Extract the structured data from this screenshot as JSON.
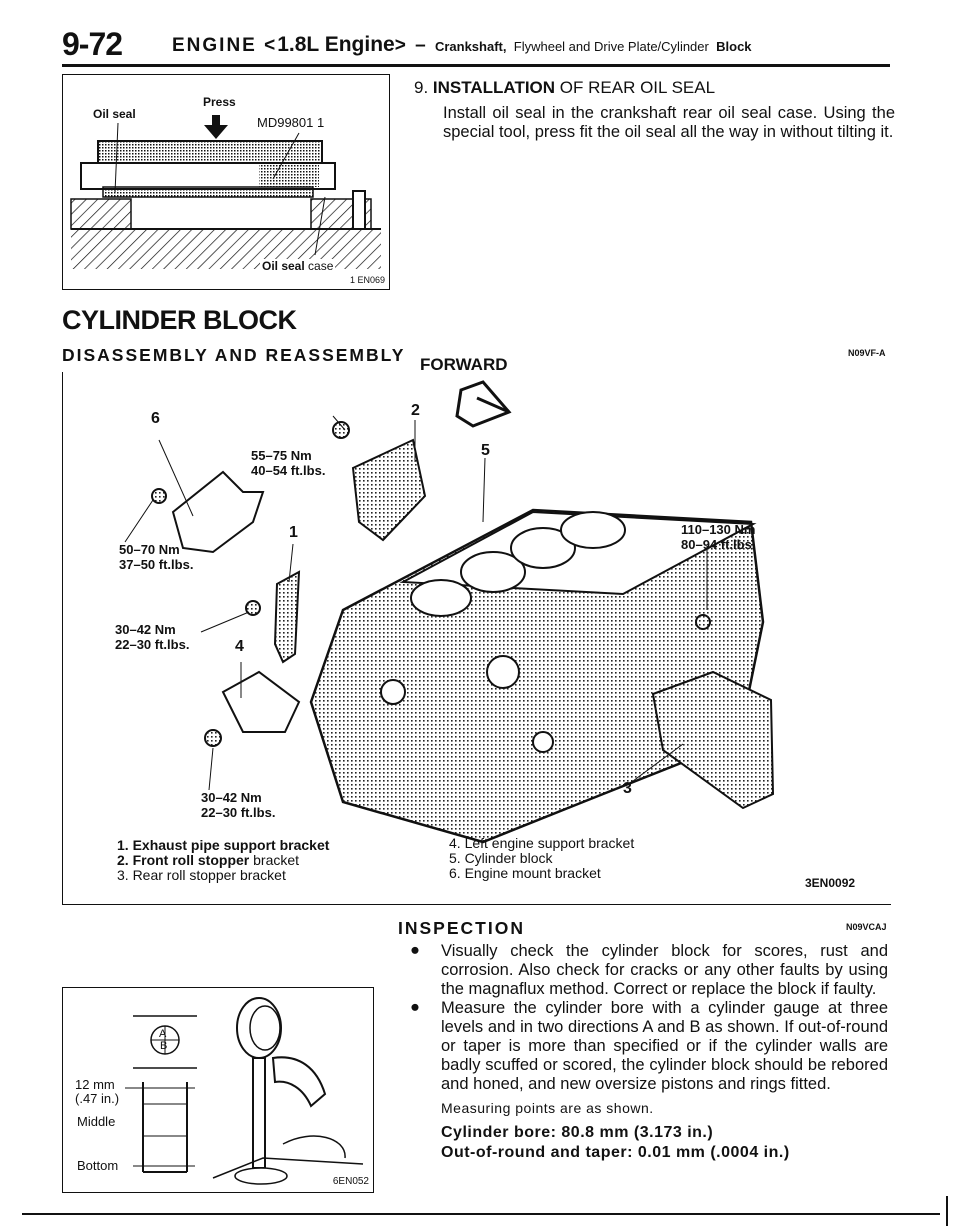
{
  "header": {
    "page_number": "9-72",
    "engine_prefix": "ENGINE <",
    "engine_variant": "1.8L Engine",
    "engine_suffix": "> –",
    "subtitle_crank": "Crankshaft,",
    "subtitle_rest": "Flywheel and Drive Plate/Cylinder",
    "subtitle_block": "Block"
  },
  "oil_seal_figure": {
    "oil_seal_label": "Oil seal",
    "press_label": "Press",
    "tool_label": "MD99801 1",
    "case_label_a": "Oil seal",
    "case_label_b": "case",
    "figure_code": "1 EN069"
  },
  "installation": {
    "heading_num": "9.",
    "heading_bold": "INSTALLATION",
    "heading_rest": "OF REAR OIL SEAL",
    "paragraph": "Install oil seal in the crankshaft rear oil seal case. Using the special tool, press fit the oil seal all the way in without tilting it."
  },
  "cylinder_block": {
    "title": "CYLINDER BLOCK",
    "subheading": "DISASSEMBLY AND REASSEMBLY",
    "forward_label": "FORWARD",
    "code": "N09VF-A"
  },
  "exploded_view": {
    "callouts": [
      "1",
      "2",
      "3",
      "4",
      "5",
      "6"
    ],
    "torque_a_nm": "55–75 Nm",
    "torque_a_ft": "40–54 ft.lbs.",
    "torque_b_nm": "50–70 Nm",
    "torque_b_ft": "37–50 ft.lbs.",
    "torque_c_nm": "30–42 Nm",
    "torque_c_ft": "22–30 ft.lbs.",
    "torque_d_nm": "30–42 Nm",
    "torque_d_ft": "22–30 ft.lbs.",
    "torque_e_nm": "110–130 Nm",
    "torque_e_ft": "80–94 ft.lbs.",
    "figure_code": "3EN0092"
  },
  "legend": {
    "item1": "1. Exhaust pipe support bracket",
    "item2_bold": "2. Front roll stopper",
    "item2_rest": "bracket",
    "item3": "3. Rear roll stopper bracket",
    "item4": "4. Left engine support bracket",
    "item5": "5. Cylinder block",
    "item6": "6. Engine mount bracket"
  },
  "inspection": {
    "heading": "INSPECTION",
    "code": "N09VCAJ",
    "bullet1": "Visually check the cylinder block for scores, rust and corrosion. Also check for cracks or any other faults by using the magnaflux method. Correct or replace the block if faulty.",
    "bullet2": "Measure the cylinder bore with a cylinder gauge at three levels and in two directions A and B as shown. If out-of-round or taper is more than specified or if the cylinder walls are badly scuffed or scored, the cylinder block should be rebored and honed, and new oversize pistons and rings fitted.",
    "note": "Measuring points are as shown.",
    "spec1": "Cylinder bore: 80.8 mm (3.173 in.)",
    "spec2": "Out-of-round and taper: 0.01 mm (.0004 in.)"
  },
  "bore_figure": {
    "dim_mm": "12 mm",
    "dim_in": "(.47 in.)",
    "middle": "Middle",
    "bottom": "Bottom",
    "a": "A",
    "b": "B",
    "figure_code": "6EN052"
  }
}
